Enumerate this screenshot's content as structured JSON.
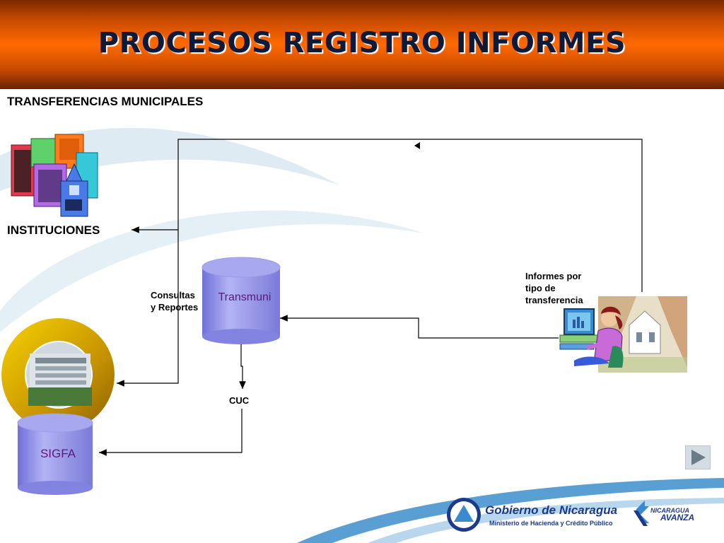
{
  "header": {
    "title": "PROCESOS REGISTRO INFORMES"
  },
  "subtitle": "TRANSFERENCIAS MUNICIPALES",
  "nodes": {
    "instituciones": "INSTITUCIONES",
    "consultas": [
      "Consultas",
      "y Reportes"
    ],
    "transmuni": "Transmuni",
    "informes": [
      "Informes por",
      "tipo de",
      "transferencia"
    ],
    "cuc": "CUC",
    "sigfa": "SIGFA"
  },
  "footer": {
    "gobierno": "Gobierno de Nicaragua",
    "ministerio": "Ministerio de Hacienda y Crédito Público",
    "avanza": [
      "NICARAGUA",
      "AVANZA"
    ]
  },
  "colors": {
    "header": "#ff6a00",
    "title": "#0d1a3a",
    "database": "#8e8ee8",
    "ring": "#e7b800",
    "footer_blue": "#1b3a8a"
  }
}
